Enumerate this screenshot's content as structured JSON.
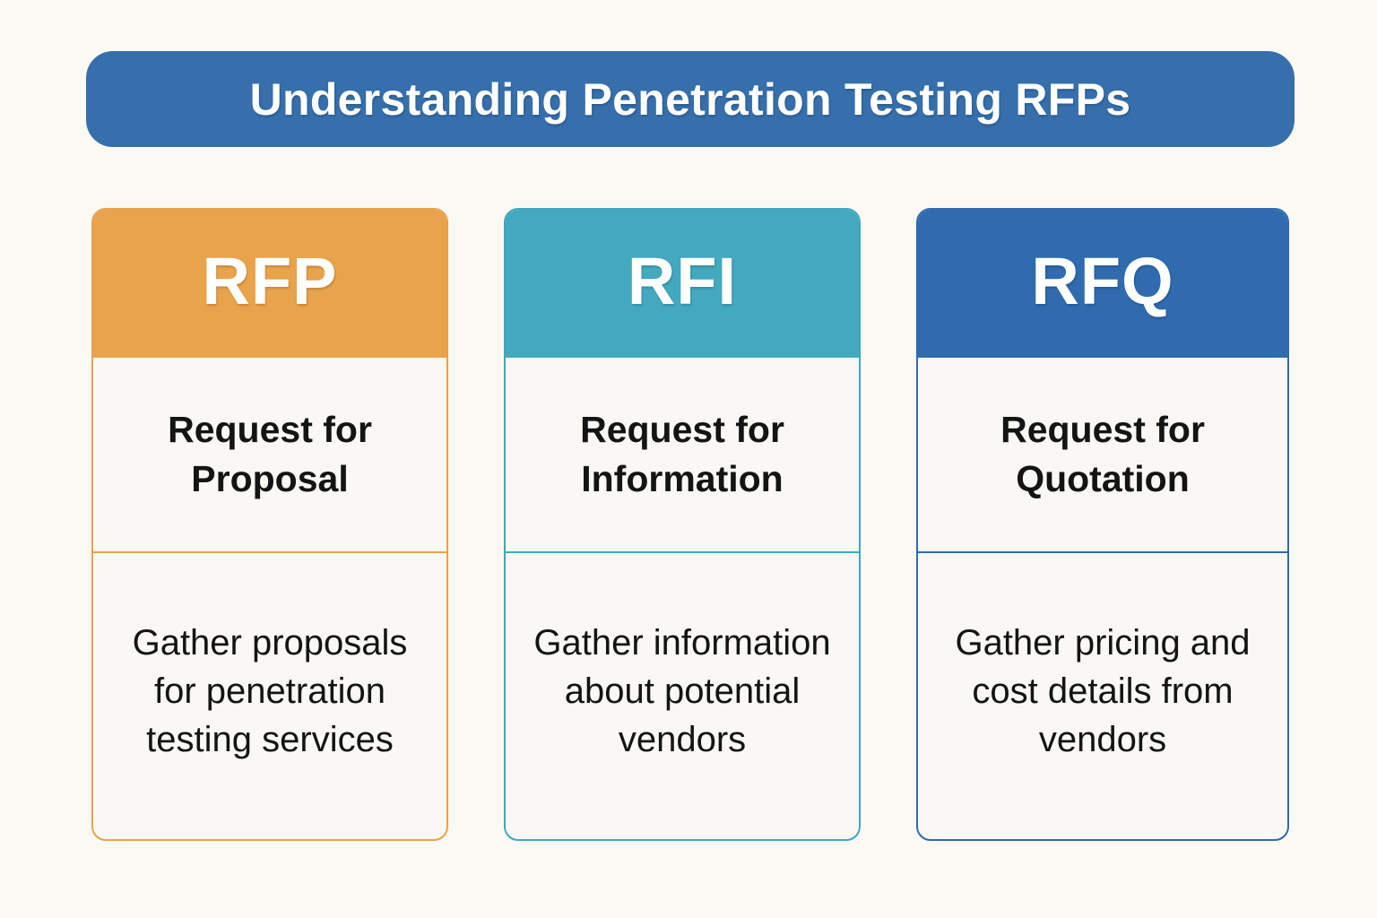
{
  "banner": {
    "title": "Understanding Penetration Testing RFPs",
    "background_color": "#366fab",
    "text_color": "#ffffff"
  },
  "page": {
    "background_color": "#fbf9f4",
    "text_color": "#141414"
  },
  "cards": [
    {
      "abbreviation": "RFP",
      "title": "Request for Proposal",
      "description": "Gather proposals for penetration testing services",
      "accent_color": "#e8a34b",
      "body_background": "#faf8f4"
    },
    {
      "abbreviation": "RFI",
      "title": "Request for Information",
      "description": "Gather information about potential vendors",
      "accent_color": "#42a9bf",
      "body_background": "#faf8f4"
    },
    {
      "abbreviation": "RFQ",
      "title": "Request for Quotation",
      "description": "Gather pricing and cost details from vendors",
      "accent_color": "#2f6bae",
      "body_background": "#faf8f4"
    }
  ]
}
